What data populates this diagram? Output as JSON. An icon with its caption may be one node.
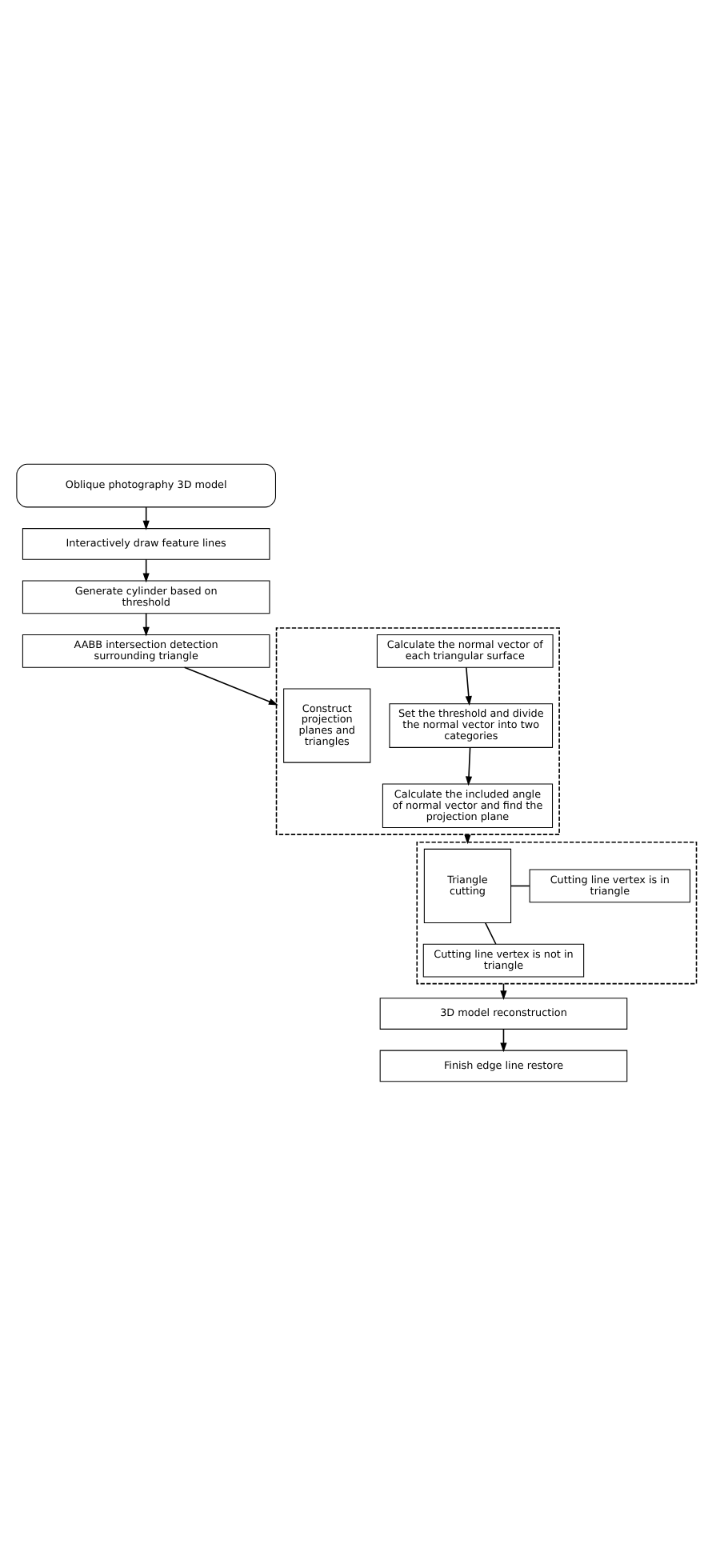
{
  "diagram": {
    "nodes": [
      {
        "text": [
          "Oblique photography 3D model"
        ]
      },
      {
        "text": [
          "Interactively draw feature lines"
        ]
      },
      {
        "text": [
          "Generate cylinder based on threshold"
        ]
      },
      {
        "text": [
          "AABB intersection detection surrounding triangle"
        ]
      },
      {
        "text": [],
        "shape": "box"
      },
      {
        "text": [
          "Construct projection planes and triangles"
        ],
        "in": 4
      },
      {
        "text": [
          "Calculate the normal vector of each triangular surface"
        ],
        "in": 4
      },
      {
        "text": [
          "Set the threshold and divide the normal vector into two categories"
        ],
        "in": 4
      },
      {
        "text": [
          "Calculate the included angle of normal vector and find the projection plane"
        ],
        "in": 4
      },
      {
        "text": [],
        "shape": "box"
      },
      {
        "text": [
          "Triangle cutting"
        ],
        "in": 9
      },
      {
        "text": [
          "Cutting line vertex is in triangle"
        ],
        "in": 9
      },
      {
        "text": [
          "Cutting line vertex is not in triangle"
        ],
        "in": 9
      },
      {
        "text": [
          "3D model reconstruction"
        ]
      },
      {
        "text": [
          "Finish edge line restore"
        ]
      }
    ],
    "edges": [
      {
        "from": 0,
        "to": 1,
        "arrow": "to"
      },
      {
        "from": 1,
        "to": 2,
        "arrow": "to"
      },
      {
        "from": 2,
        "to": 3,
        "arrow": "to"
      },
      {
        "from": 3,
        "to": 4,
        "arrow": "to"
      },
      {
        "from": 6,
        "to": 7,
        "arrow": "to"
      },
      {
        "from": 7,
        "to": 8,
        "arrow": "to"
      },
      {
        "from": 4,
        "to": 9,
        "arrow": "to"
      },
      {
        "from": 10,
        "to": 11,
        "arrow": "none"
      },
      {
        "from": 10,
        "to": 12,
        "arrow": "none"
      },
      {
        "from": 9,
        "to": 13,
        "arrow": "to"
      },
      {
        "from": 13,
        "to": 14,
        "arrow": "to"
      }
    ]
  }
}
